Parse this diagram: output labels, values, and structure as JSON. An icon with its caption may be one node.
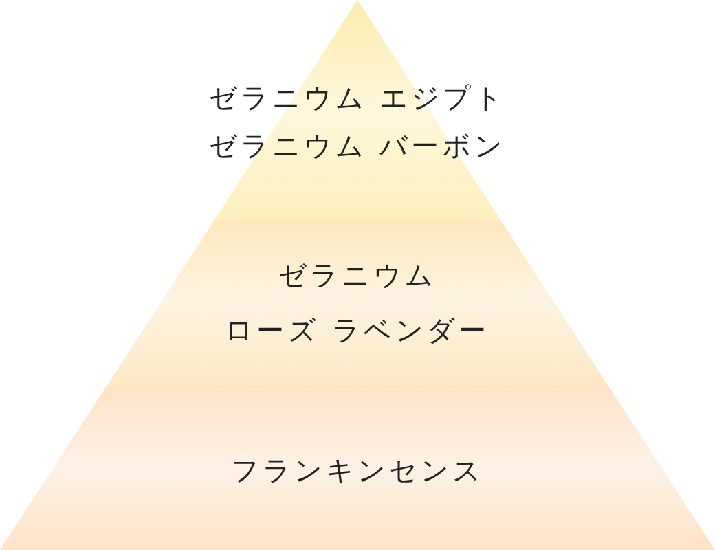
{
  "diagram": {
    "nodes": [
      {
        "text": [
          "ゼラニウム エジプト",
          "ゼラニウム バーボン"
        ]
      },
      {
        "text": [
          "ゼラニウム",
          "ローズ ラベンダー"
        ]
      },
      {
        "text": [
          "フランキンセンス"
        ]
      }
    ]
  }
}
